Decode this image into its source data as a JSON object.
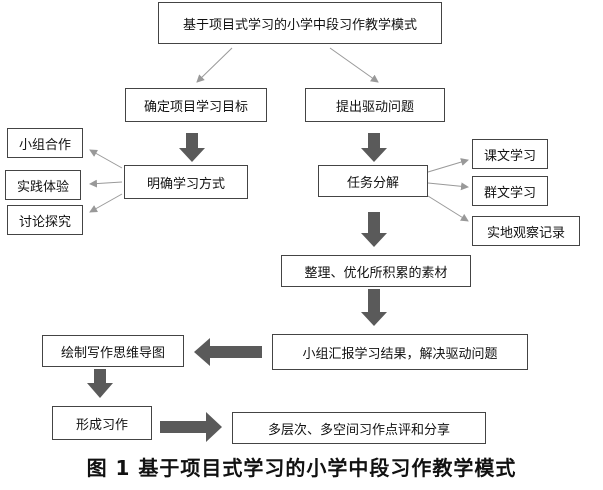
{
  "nodes": {
    "top_title": "基于项目式学习的小学中段习作教学模式",
    "set_goal": "确定项目学习目标",
    "raise_question": "提出驱动问题",
    "clarify_method": "明确学习方式",
    "group_coop": "小组合作",
    "practice_exp": "实践体验",
    "discussion": "讨论探究",
    "task_decompose": "任务分解",
    "text_study": "课文学习",
    "group_text_study": "群文学习",
    "field_record": "实地观察记录",
    "organize": "整理、优化所积累的素材",
    "report": "小组汇报学习结果，解决驱动问题",
    "mindmap": "绘制写作思维导图",
    "form_writing": "形成习作",
    "share": "多层次、多空间习作点评和分享"
  },
  "caption": "图 1  基于项目式学习的小学中段习作教学模式"
}
